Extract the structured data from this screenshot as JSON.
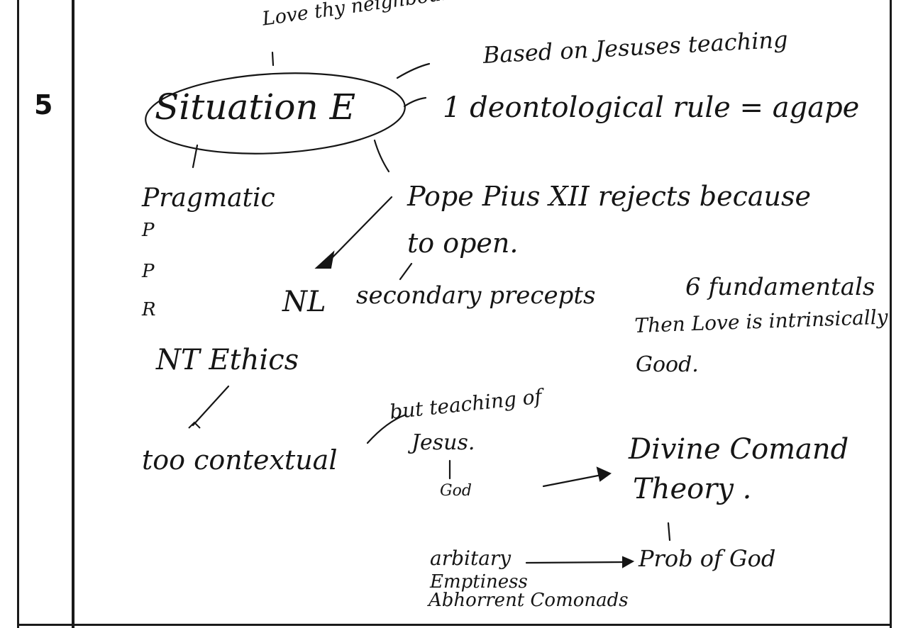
{
  "question_number": "5",
  "notes": {
    "love_neighbour": "Love thy neighbour",
    "based_on": "Based on Jesuses teaching",
    "situation": "Situation E",
    "rule": "1 deontological rule = agape",
    "pragmatic": "Pragmatic",
    "p1": "P",
    "p2": "P",
    "r": "R",
    "pope": "Pope Pius XII rejects because",
    "too_open": "to open.",
    "nl": "NL",
    "secondary": "secondary precepts",
    "six_fund": "6 fundamentals",
    "love_intrinsic": "Then Love is intrinsically",
    "good": "Good.",
    "nt_ethics": "NT Ethics",
    "too_contextual": "too contextual",
    "but_teaching": "but teaching of",
    "jesus": "Jesus.",
    "god": "God",
    "divine": "Divine Comand",
    "theory": "Theory .",
    "arbitrary": "arbitary",
    "prob_god": "Prob of God",
    "emptiness": "Emptiness",
    "abhorrent": "Abhorrent Comonads"
  }
}
